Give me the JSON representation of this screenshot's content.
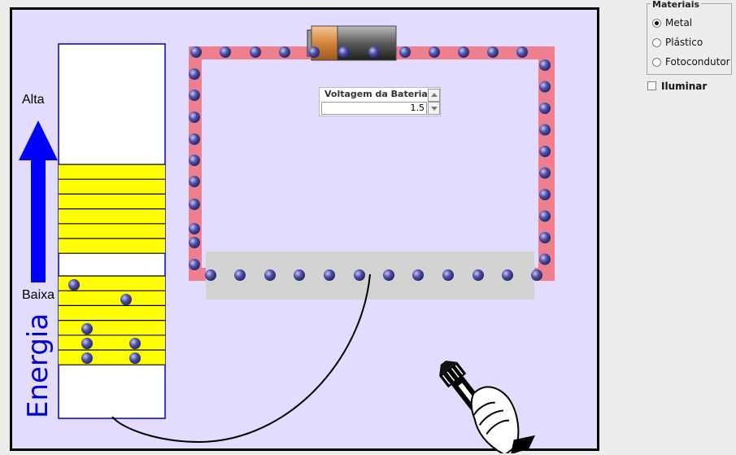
{
  "energy_diagram": {
    "label_high": "Alta",
    "label_low": "Baixa",
    "axis_title": "Energia"
  },
  "battery_voltage": {
    "title": "Voltagem da Bateria",
    "value": "1.5"
  },
  "materials_panel": {
    "title": "Materiais",
    "options": [
      {
        "label": "Metal",
        "selected": true
      },
      {
        "label": "Plástico",
        "selected": false
      },
      {
        "label": "Fotocondutor",
        "selected": false
      }
    ]
  },
  "illuminate": {
    "label": "Iluminar",
    "checked": false
  },
  "icons": [
    "flashlight-icon",
    "battery-icon",
    "energy-arrow-icon",
    "electron-icon"
  ],
  "colors": {
    "canvas_background": "#e3dcfe",
    "wire": "#ee7f8e",
    "electron": "#4a4a9a",
    "energy_band": "#ffff00",
    "energy_arrow": "#0000ff",
    "material_strip": "#d3d3d3"
  }
}
